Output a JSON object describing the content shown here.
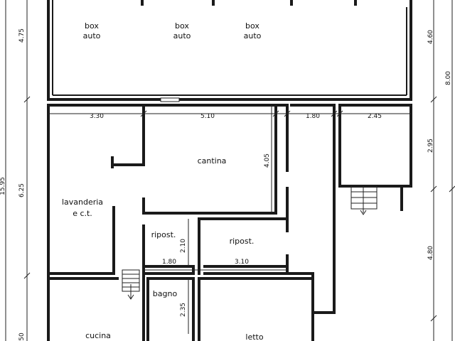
{
  "rooms": {
    "box1": [
      "box",
      "auto"
    ],
    "box2": [
      "box",
      "auto"
    ],
    "box3": [
      "box",
      "auto"
    ],
    "cantina": "cantina",
    "lavanderia": [
      "lavanderia",
      "e c.t."
    ],
    "ripost1": "ripost.",
    "ripost2": "ripost.",
    "bagno": "bagno",
    "cucina": "cucina",
    "letto": "letto"
  },
  "dimensions": {
    "left_top": "4.75",
    "left_mid": "6.25",
    "left_total": "15.95",
    "left_bottom": "50",
    "right_top": "4.60",
    "right_total": "8.00",
    "right_mid": "2.95",
    "right_low": "4.80",
    "top_330": "3.30",
    "top_510": "5.10",
    "top_180": "1.80",
    "top_245": "2.45",
    "cantina_h": "4.05",
    "ripost_h": "2.10",
    "mid_180": "1.80",
    "mid_310": "3.10",
    "bagno_h": "2.35"
  }
}
